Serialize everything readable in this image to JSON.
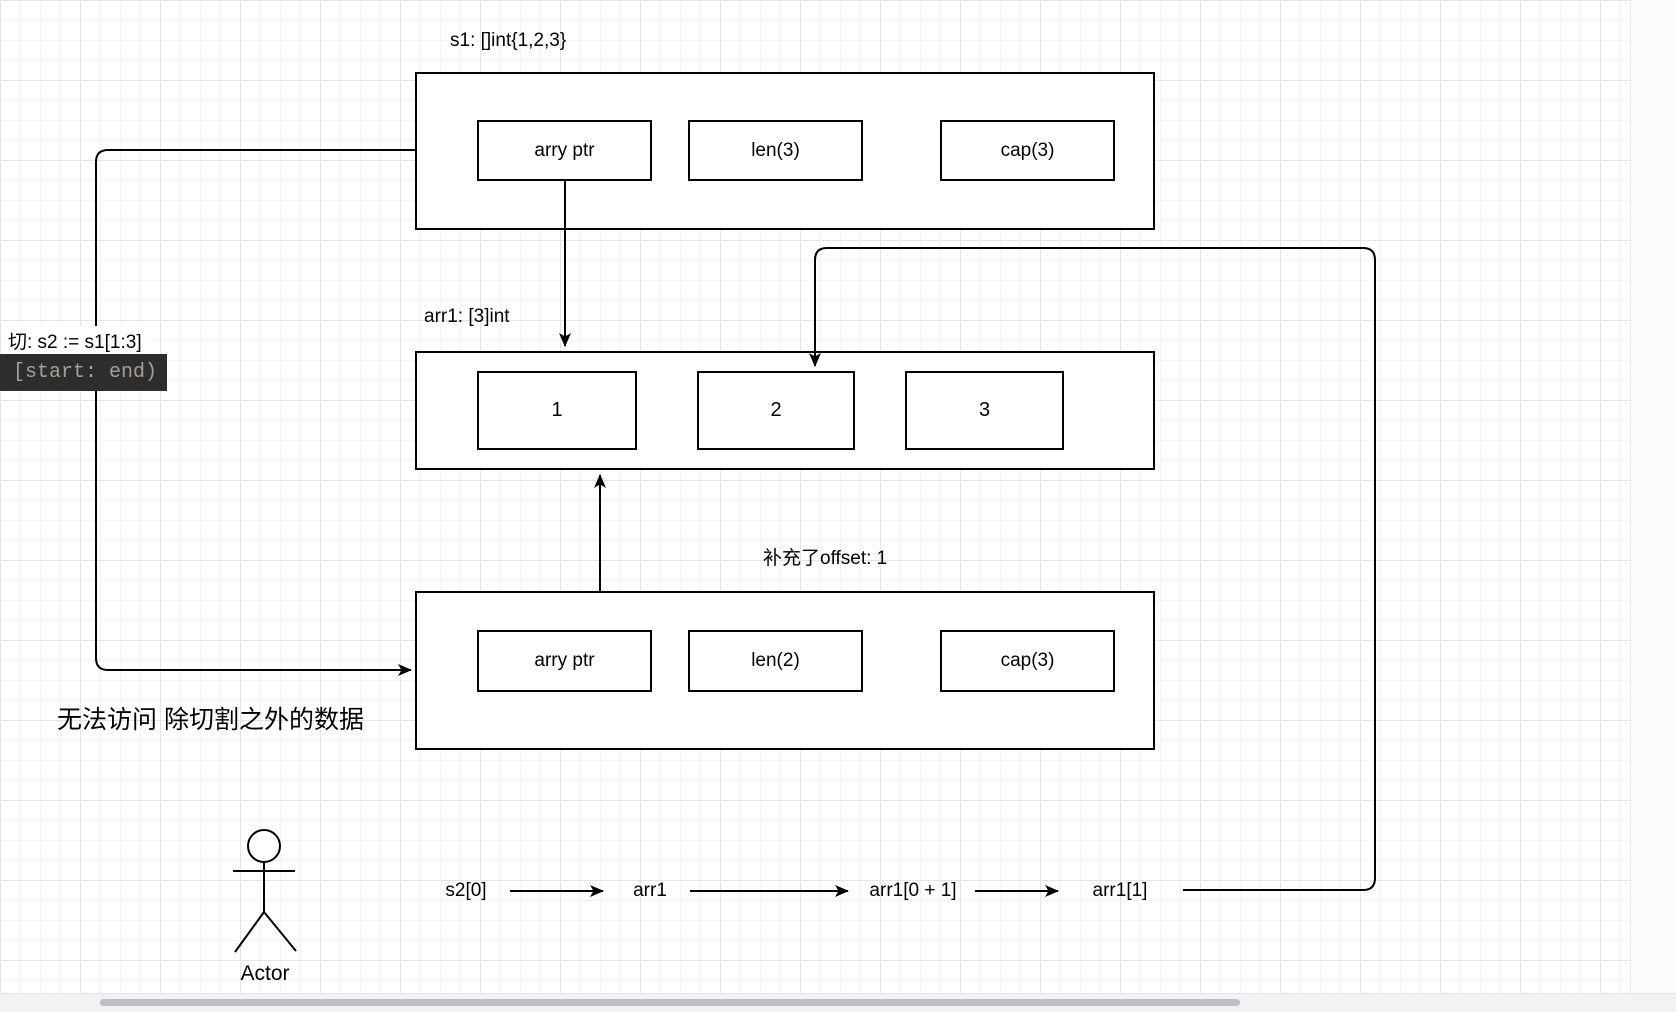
{
  "diagram": {
    "s1": {
      "label": "s1: []int{1,2,3}",
      "cells": [
        {
          "label": "arry ptr"
        },
        {
          "label": "len(3)"
        },
        {
          "label": "cap(3)"
        }
      ]
    },
    "arr1": {
      "label": "arr1: [3]int",
      "cells": [
        {
          "label": "1"
        },
        {
          "label": "2"
        },
        {
          "label": "3"
        }
      ]
    },
    "s2": {
      "note": "补充了offset: 1",
      "cells": [
        {
          "label": "arry ptr"
        },
        {
          "label": "len(2)"
        },
        {
          "label": "cap(3)"
        }
      ]
    },
    "slice_note": {
      "text": "切:  s2 := s1[1:3]",
      "badge": "[start: end)"
    },
    "no_access_note": "无法访问 除切割之外的数据",
    "actor_label": "Actor",
    "flow": {
      "items": [
        {
          "label": "s2[0]"
        },
        {
          "label": "arr1"
        },
        {
          "label": "arr1[0 + 1]"
        },
        {
          "label": "arr1[1]"
        }
      ]
    }
  },
  "colors": {
    "stroke": "#000000",
    "badge_bg": "#2d2d2d",
    "badge_text": "#a5a193"
  }
}
